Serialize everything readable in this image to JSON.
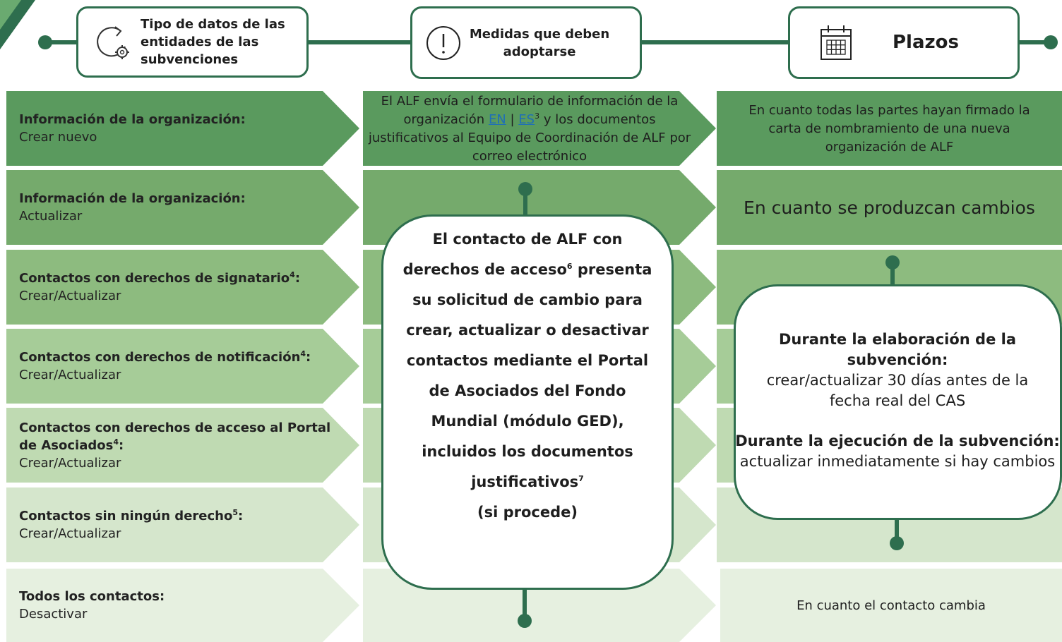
{
  "header": {
    "col1_title": "Tipo de datos de las entidades de las subvenciones",
    "col2_title": "Medidas que deben adoptarse",
    "col3_title": "Plazos"
  },
  "icons": {
    "col1": "refresh-gear-icon",
    "col2": "exclamation-icon",
    "col3": "calendar-icon"
  },
  "colors": {
    "dark_green": "#2e6e4e",
    "row_shades": [
      "#5a9a5e",
      "#75aa6c",
      "#8dbb7f",
      "#a6cc98",
      "#bfdab2",
      "#d5e6cc",
      "#e6f0e0"
    ]
  },
  "rows": [
    {
      "bold": "Información de la organización:",
      "sup": "",
      "normal": "Crear nuevo"
    },
    {
      "bold": "Información de la organización:",
      "sup": "",
      "normal": "Actualizar"
    },
    {
      "bold": "Contactos con derechos de signatario",
      "sup": "4",
      "colon": ":",
      "normal": "Crear/Actualizar"
    },
    {
      "bold": "Contactos con derechos de notificación",
      "sup": "4",
      "colon": ":",
      "normal": "Crear/Actualizar"
    },
    {
      "bold": "Contactos con derechos de acceso al Portal de Asociados",
      "sup": "4",
      "colon": ":",
      "normal": "Crear/Actualizar"
    },
    {
      "bold": "Contactos sin ningún derecho",
      "sup": "5",
      "colon": ":",
      "normal": "Crear/Actualizar"
    },
    {
      "bold": "Todos los contactos:",
      "sup": "",
      "normal": "Desactivar"
    }
  ],
  "middle": {
    "row1_part1": "El ALF envía el formulario de información de la organización ",
    "link_en": "EN",
    "sep": " | ",
    "link_es": "ES",
    "sup3": "3",
    "row1_part2": " y los documentos justificativos al Equipo de Coordinación de ALF por correo electrónico",
    "bubble_a": "El contacto de ALF con derechos de acceso",
    "bubble_sup6": "6",
    "bubble_b": " presenta su solicitud de cambio para crear, actualizar o desactivar contactos mediante el Portal de Asociados del Fondo Mundial (módulo GED), incluidos los documentos justificativos",
    "bubble_sup7": "7",
    "bubble_c": "(si procede)"
  },
  "right": {
    "row1": "En cuanto todas las partes hayan firmado la carta de nombramiento de una nueva organización de ALF",
    "row2": "En cuanto se produzcan cambios",
    "bubble_h1": "Durante la elaboración de la subvención:",
    "bubble_t1": "crear/actualizar 30 días antes de la fecha real del CAS",
    "bubble_h2": "Durante la ejecución de la subvención:",
    "bubble_t2": "actualizar inmediatamente si hay cambios",
    "row7": "En cuanto el contacto cambia"
  }
}
